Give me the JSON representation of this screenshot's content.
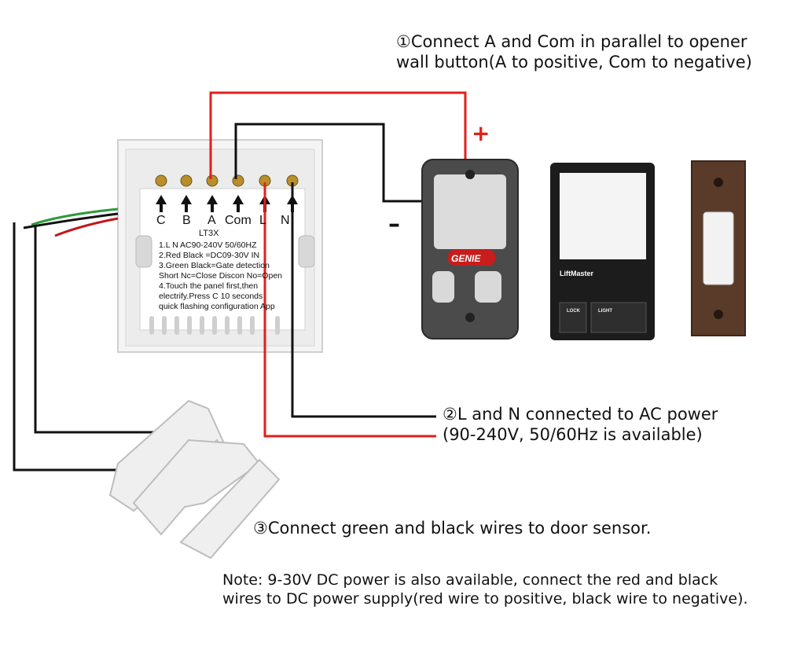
{
  "notes": {
    "step1_line1": "①Connect A and Com in parallel to opener",
    "step1_line2": "wall button(A to positive, Com to negative)",
    "step2_line1": "②L and N connected to AC power",
    "step2_line2": "(90-240V, 50/60Hz is available)",
    "step3": "③Connect green and black wires to door sensor.",
    "note_line1": "Note: 9-30V DC power is also available, connect the red and black",
    "note_line2": "wires to DC power supply(red wire to positive, black wire to negative)."
  },
  "terminals": [
    "C",
    "B",
    "A",
    "Com",
    "L",
    "N"
  ],
  "panel": {
    "model": "LT3X",
    "line1": "1.L N AC90-240V 50/60HZ",
    "line2": "2.Red Black =DC09-30V IN",
    "line3": "3.Green Black=Gate detection",
    "line4": "Short Nc=Close    Discon No=Open",
    "line5": "4.Touch the panel first,then",
    "line6": "electrify.Press C 10 seconds",
    "line7": "quick flashing configuration App"
  },
  "polarity": {
    "plus": "+",
    "minus": "–"
  },
  "devices": {
    "genie_brand": "GENIE",
    "liftmaster_brand": "LiftMaster",
    "lock_label": "LOCK",
    "light_label": "LIGHT"
  },
  "colors": {
    "red_wire": "#e0201b",
    "black_wire": "#111111",
    "green_wire": "#2f9a3a",
    "panel": "#ebebeb"
  }
}
